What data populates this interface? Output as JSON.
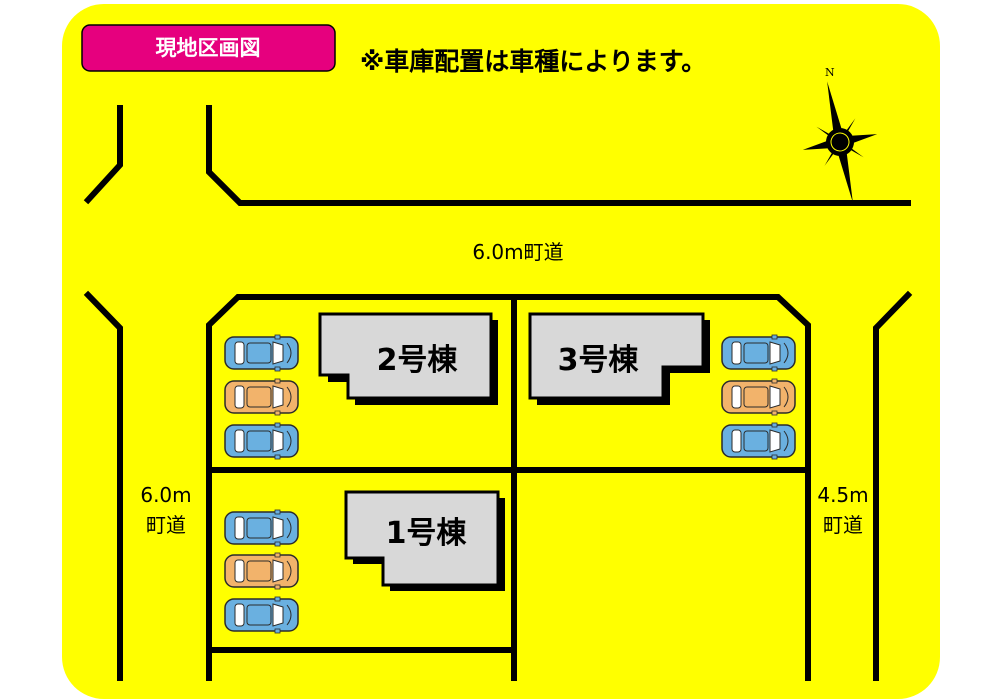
{
  "title_badge": "現地区画図",
  "notice": "※車庫配置は車種によります。",
  "compass": {
    "north_letter": "N"
  },
  "roads": {
    "top": "6.0m町道",
    "left_line1": "6.0m",
    "left_line2": "町道",
    "right_line1": "4.5m",
    "right_line2": "町道"
  },
  "buildings": [
    {
      "id": "b2",
      "label": "2号棟"
    },
    {
      "id": "b3",
      "label": "3号棟"
    },
    {
      "id": "b1",
      "label": "1号棟"
    }
  ],
  "cars": [
    {
      "lot": "2号棟",
      "color": "#6ab0e0"
    },
    {
      "lot": "2号棟",
      "color": "#f2b36b"
    },
    {
      "lot": "2号棟",
      "color": "#6ab0e0"
    },
    {
      "lot": "3号棟",
      "color": "#6ab0e0"
    },
    {
      "lot": "3号棟",
      "color": "#f2b36b"
    },
    {
      "lot": "3号棟",
      "color": "#6ab0e0"
    },
    {
      "lot": "1号棟",
      "color": "#6ab0e0"
    },
    {
      "lot": "1号棟",
      "color": "#f2b36b"
    },
    {
      "lot": "1号棟",
      "color": "#6ab0e0"
    }
  ],
  "colors": {
    "background": "#ffff00",
    "badge": "#e6007e",
    "building": "#d8d8d8"
  }
}
